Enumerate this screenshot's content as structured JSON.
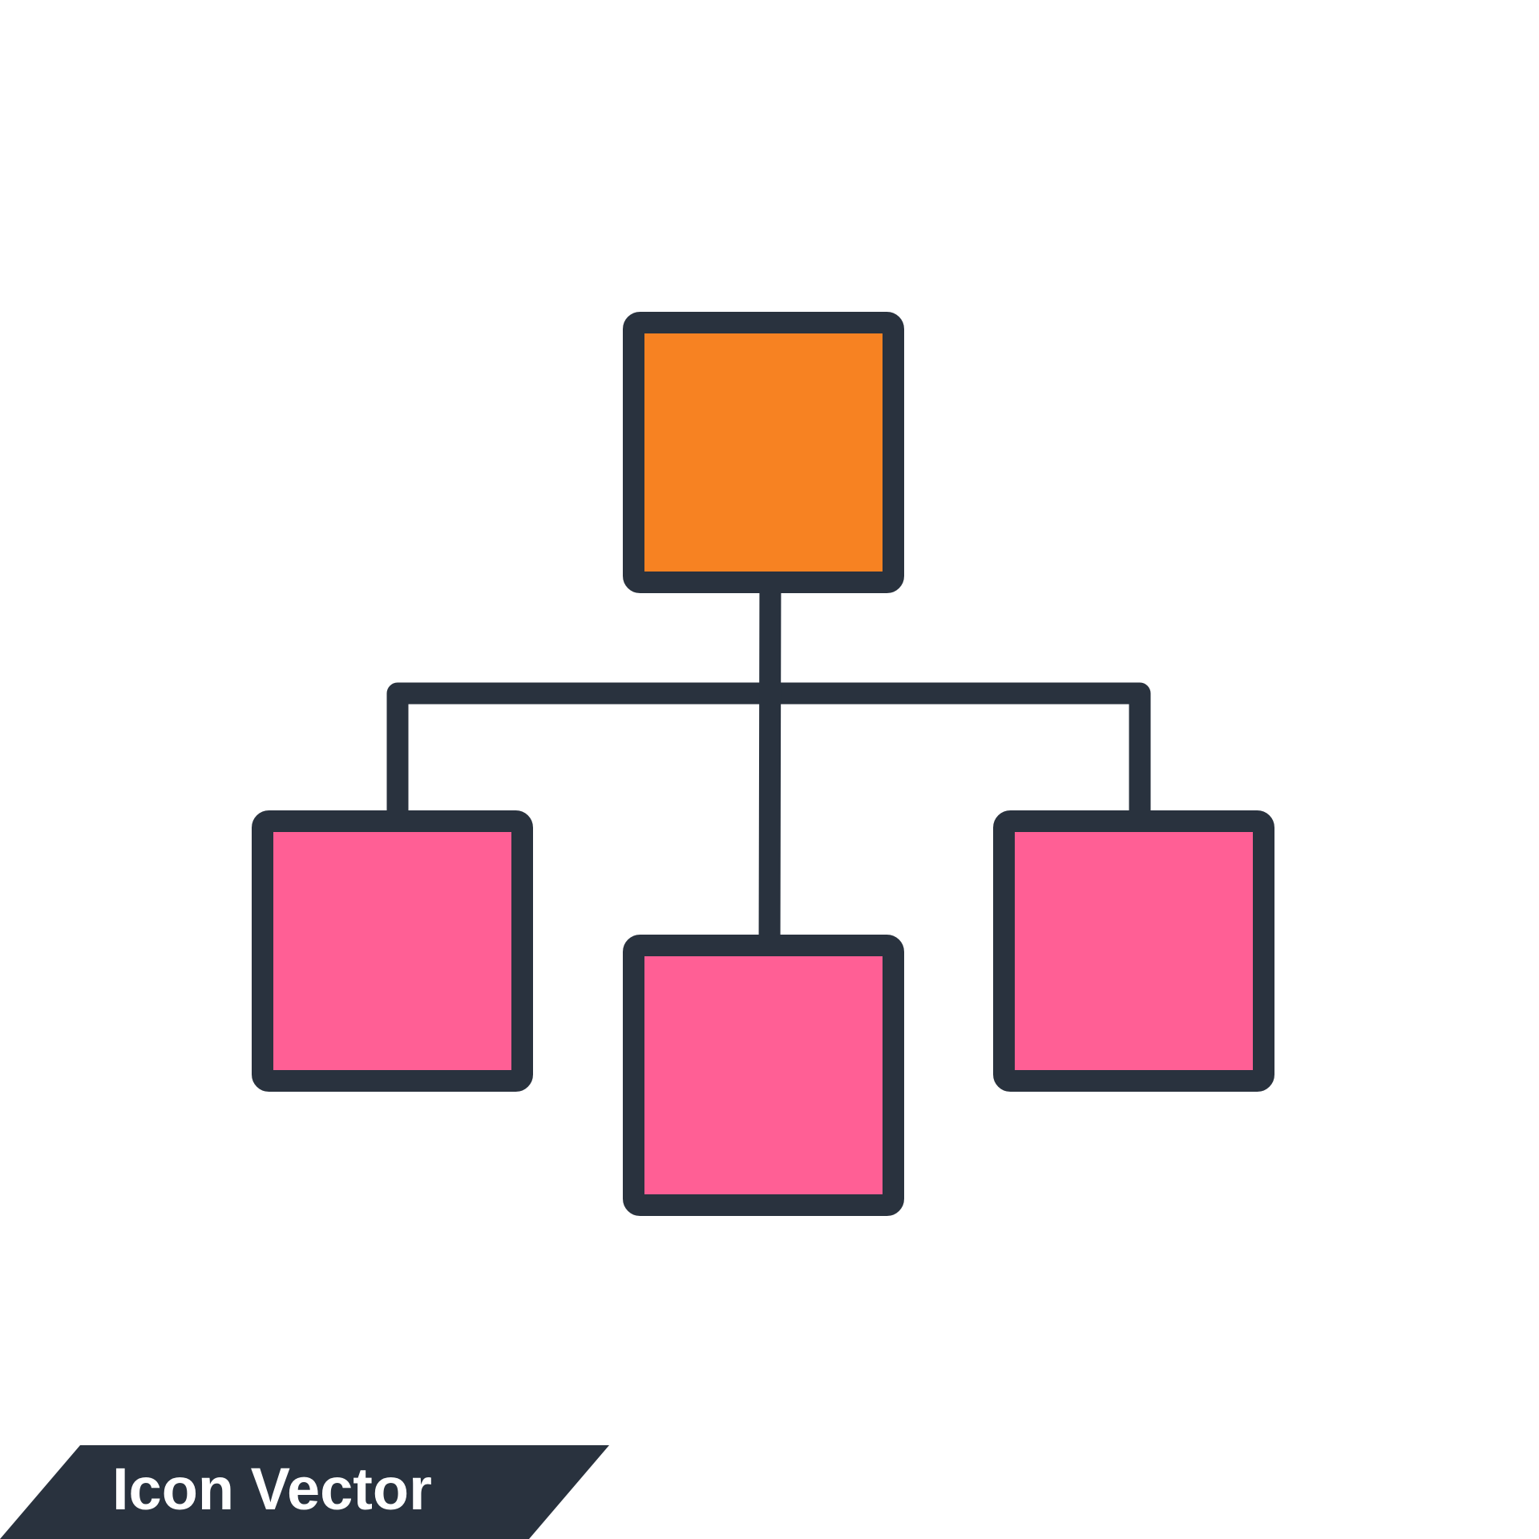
{
  "colors": {
    "background": "#ffffff",
    "outline": "#29323e",
    "root_fill": "#f78222",
    "child_fill": "#ff5f95",
    "banner_fill": "#29323e",
    "banner_text": "#ffffff"
  },
  "icon": {
    "name": "hierarchy-structure-icon",
    "nodes": [
      {
        "id": "root",
        "role": "parent",
        "fill": "root_fill"
      },
      {
        "id": "left",
        "role": "child",
        "fill": "child_fill"
      },
      {
        "id": "middle",
        "role": "child",
        "fill": "child_fill"
      },
      {
        "id": "right",
        "role": "child",
        "fill": "child_fill"
      }
    ]
  },
  "banner": {
    "label": "Icon Vector"
  }
}
